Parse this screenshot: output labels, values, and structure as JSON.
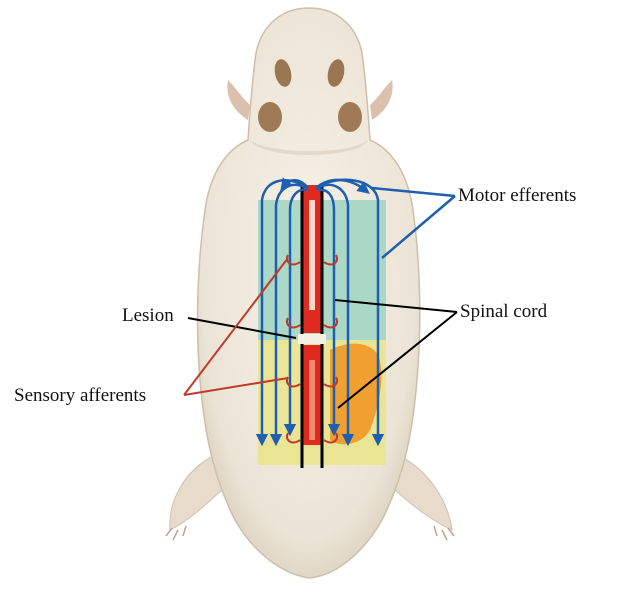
{
  "labels": {
    "motor_efferents": "Motor efferents",
    "spinal_cord": "Spinal cord",
    "lesion": "Lesion",
    "sensory_afferents": "Sensory afferents"
  },
  "colors": {
    "body_fur": "#efe8dc",
    "fur_shadow": "#d9cfbf",
    "ear_skin": "#a07a56",
    "paw_skin": "#d8b8a6",
    "teal_region": "#9fd3c2",
    "yellow_region": "#e8e48c",
    "orange_region": "#f0a030",
    "spinal_cord_red": "#e02a20",
    "cord_outline": "#000000",
    "motor_efferent_blue": "#1f5fb0",
    "sensory_afferent_red": "#c0392b"
  }
}
